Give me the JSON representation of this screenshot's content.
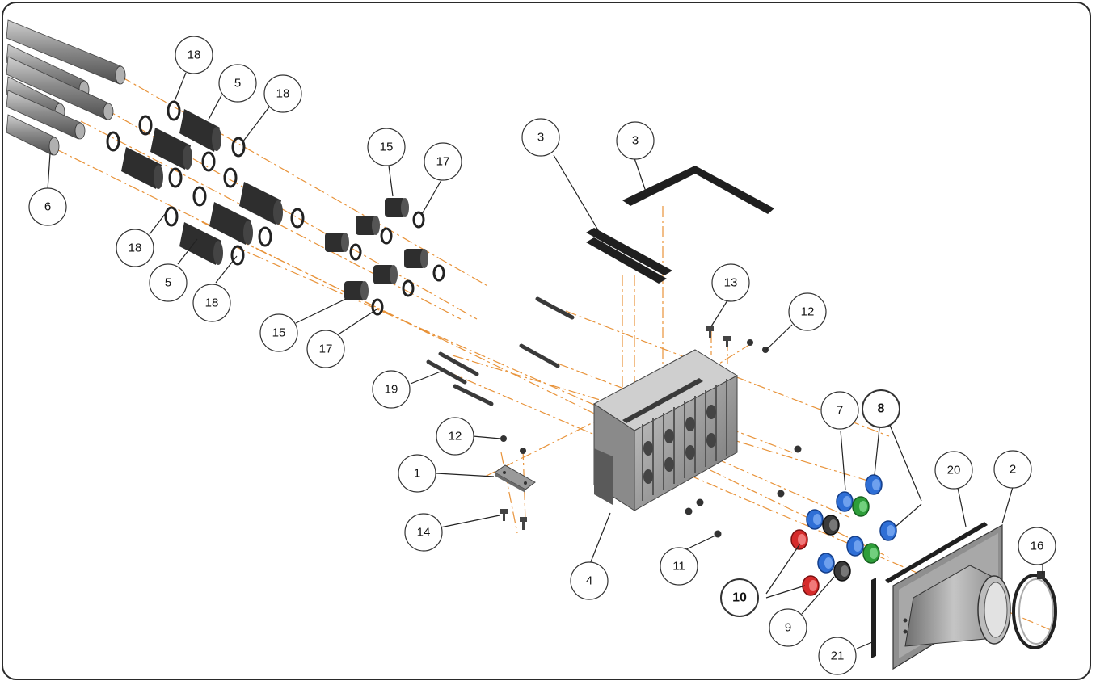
{
  "callouts": {
    "c18a": "18",
    "c5a": "5",
    "c18b": "18",
    "c6": "6",
    "c18c": "18",
    "c5b": "5",
    "c18d": "18",
    "c15a": "15",
    "c17a": "17",
    "c15b": "15",
    "c17b": "17",
    "c3a": "3",
    "c3b": "3",
    "c13": "13",
    "c12a": "12",
    "c19": "19",
    "c12b": "12",
    "c1": "1",
    "c14": "14",
    "c4": "4",
    "c11": "11",
    "c7": "7",
    "c8": "8",
    "c20": "20",
    "c2": "2",
    "c16": "16",
    "c10": "10",
    "c9": "9",
    "c21": "21"
  },
  "colors": {
    "leader": "#e8933a",
    "pipe": "#8f8f8f",
    "rubber": "#2e2e2e",
    "housing": "#9a9a9a",
    "cap_blue": "#2f6fd6",
    "cap_green": "#2e9e3a",
    "cap_red": "#d62b2b",
    "cap_black": "#3a3a3a"
  }
}
